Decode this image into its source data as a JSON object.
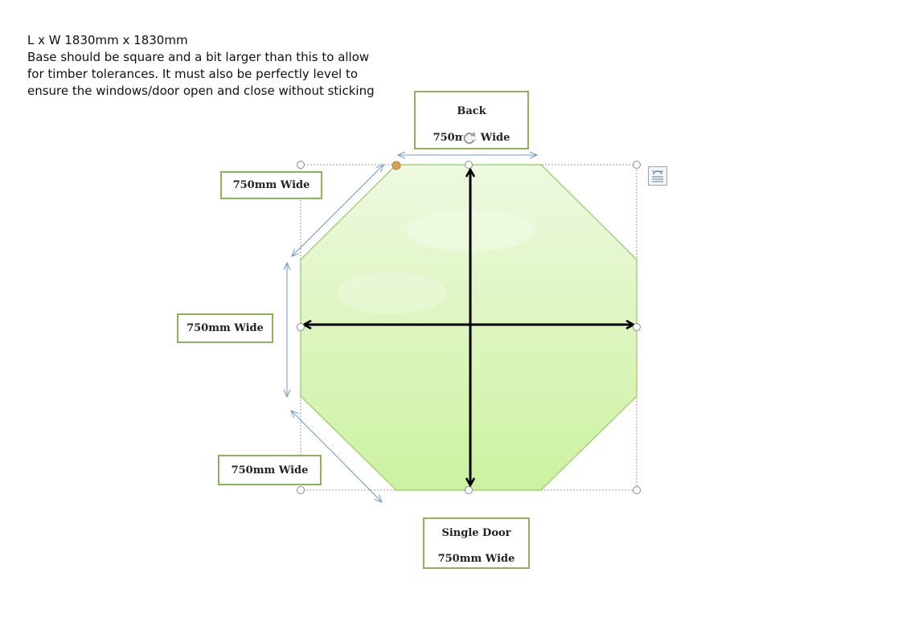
{
  "notes": {
    "lines": [
      "L x W  1830mm x 1830mm",
      "Base should be square and a bit larger than this to allow",
      "for timber tolerances. It must  also be perfectly level to",
      "ensure the windows/door open and close without sticking"
    ]
  },
  "labels": {
    "back": {
      "title": "Back",
      "width": "750mm Wide"
    },
    "door": {
      "title": "Single Door",
      "width": "750mm Wide"
    },
    "upper_left": "750mm Wide",
    "left": "750mm Wide",
    "lower_left": "750mm Wide"
  },
  "colors": {
    "octagon_fill_top": "#eef9e0",
    "octagon_fill_bottom": "#ccf2a0",
    "octagon_stroke": "#a9cf7e",
    "label_border": "#8db35a",
    "dimension_arrow": "#6b9ac4",
    "handle_accent": "#d6a25a"
  },
  "icons": [
    "rotate-handle-icon",
    "layout-options-icon"
  ]
}
